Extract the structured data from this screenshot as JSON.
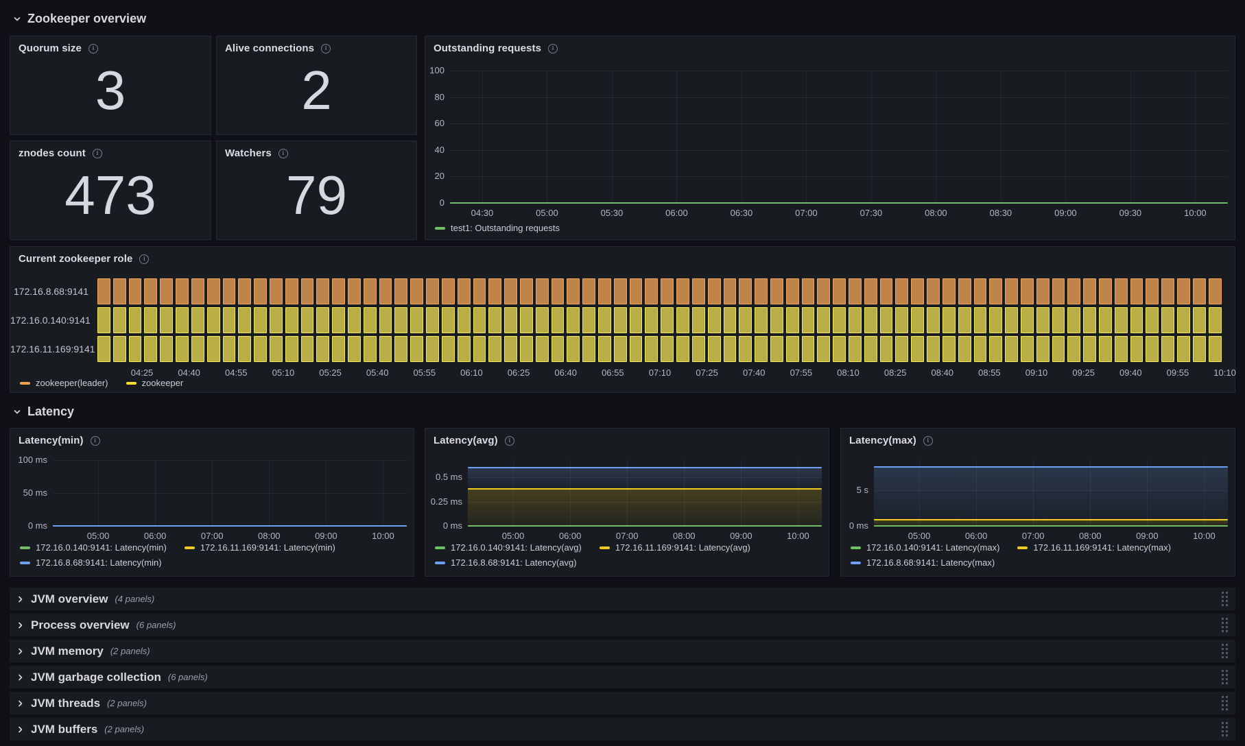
{
  "page": {
    "sections_expanded": [
      {
        "title": "Zookeeper overview"
      },
      {
        "title": "Latency"
      }
    ],
    "sections_collapsed": [
      {
        "title": "JVM overview",
        "count": "(4 panels)"
      },
      {
        "title": "Process overview",
        "count": "(6 panels)"
      },
      {
        "title": "JVM memory",
        "count": "(2 panels)"
      },
      {
        "title": "JVM garbage collection",
        "count": "(6 panels)"
      },
      {
        "title": "JVM threads",
        "count": "(2 panels)"
      },
      {
        "title": "JVM buffers",
        "count": "(2 panels)"
      }
    ]
  },
  "icons": {
    "section_expanded": "chevron-down-icon",
    "section_collapsed": "chevron-right-icon",
    "panel_info": "info-icon",
    "row_drag": "drag-handle-icon"
  },
  "colors": {
    "green": "#73BF69",
    "yellow": "#EFCB1E",
    "blue": "#6D9FF2",
    "orange_border": "#F2A55C",
    "orange_fill": "#BE8449",
    "yellow_border": "#F2E95C",
    "yellow_fill": "#B9AD45",
    "legend_orange": "#EFA24E",
    "legend_yellow": "#F2E131"
  },
  "stat_panels": [
    {
      "title": "Quorum size",
      "value": "3"
    },
    {
      "title": "Alive connections",
      "value": "2"
    },
    {
      "title": "znodes count",
      "value": "473"
    },
    {
      "title": "Watchers",
      "value": "79"
    }
  ],
  "chart_data": [
    {
      "type": "line",
      "title": "Outstanding requests",
      "x_ticks": [
        "04:30",
        "05:00",
        "05:30",
        "06:00",
        "06:30",
        "07:00",
        "07:30",
        "08:00",
        "08:30",
        "09:00",
        "09:30",
        "10:00"
      ],
      "y_ticks": [
        {
          "v": 0,
          "label": "0"
        },
        {
          "v": 20,
          "label": "20"
        },
        {
          "v": 40,
          "label": "40"
        },
        {
          "v": 60,
          "label": "60"
        },
        {
          "v": 80,
          "label": "80"
        },
        {
          "v": 100,
          "label": "100"
        }
      ],
      "ylim": [
        0,
        100
      ],
      "grid": true,
      "legend_position": "bottom",
      "area": false,
      "series": [
        {
          "name": "test1: Outstanding requests",
          "color": "#73BF69",
          "value": 0
        }
      ]
    },
    {
      "type": "state-timeline",
      "title": "Current zookeeper role",
      "rows": [
        {
          "label": "172.16.8.68:9141",
          "state": "zookeeper(leader)"
        },
        {
          "label": "172.16.0.140:9141",
          "state": "zookeeper"
        },
        {
          "label": "172.16.11.169:9141",
          "state": "zookeeper"
        }
      ],
      "states": {
        "zookeeper(leader)": {
          "fill": "#BE8449",
          "border": "#F2A55C"
        },
        "zookeeper": {
          "fill": "#B9AD45",
          "border": "#F2E95C"
        }
      },
      "segments_per_row": 72,
      "x_ticks": [
        "04:25",
        "04:40",
        "04:55",
        "05:10",
        "05:25",
        "05:40",
        "05:55",
        "06:10",
        "06:25",
        "06:40",
        "06:55",
        "07:10",
        "07:25",
        "07:40",
        "07:55",
        "08:10",
        "08:25",
        "08:40",
        "08:55",
        "09:10",
        "09:25",
        "09:40",
        "09:55",
        "10:10"
      ],
      "legend": [
        {
          "label": "zookeeper(leader)",
          "color": "#EFA24E"
        },
        {
          "label": "zookeeper",
          "color": "#F2E131"
        }
      ]
    },
    {
      "type": "line",
      "title": "Latency(min)",
      "x_ticks": [
        "05:00",
        "06:00",
        "07:00",
        "08:00",
        "09:00",
        "10:00"
      ],
      "y_ticks": [
        {
          "v": 0,
          "label": "0 ms"
        },
        {
          "v": 50,
          "label": "50 ms"
        },
        {
          "v": 100,
          "label": "100 ms"
        }
      ],
      "ylim": [
        0,
        100
      ],
      "grid": true,
      "legend_position": "bottom",
      "area": false,
      "series": [
        {
          "name": "172.16.0.140:9141: Latency(min)",
          "color": "#73BF69",
          "value": 0
        },
        {
          "name": "172.16.11.169:9141: Latency(min)",
          "color": "#EFCB1E",
          "value": 0
        },
        {
          "name": "172.16.8.68:9141: Latency(min)",
          "color": "#6D9FF2",
          "value": 0
        }
      ]
    },
    {
      "type": "area",
      "title": "Latency(avg)",
      "x_ticks": [
        "05:00",
        "06:00",
        "07:00",
        "08:00",
        "09:00",
        "10:00"
      ],
      "y_ticks": [
        {
          "v": 0,
          "label": "0 ms"
        },
        {
          "v": 0.25,
          "label": "0.25 ms"
        },
        {
          "v": 0.5,
          "label": "0.5 ms"
        }
      ],
      "ylim": [
        0,
        0.68
      ],
      "unit": "ms",
      "grid": true,
      "legend_position": "bottom",
      "area": true,
      "series": [
        {
          "name": "172.16.0.140:9141: Latency(avg)",
          "color": "#73BF69",
          "value": 0
        },
        {
          "name": "172.16.11.169:9141: Latency(avg)",
          "color": "#EFCB1E",
          "value": 0.38
        },
        {
          "name": "172.16.8.68:9141: Latency(avg)",
          "color": "#6D9FF2",
          "value": 0.6
        }
      ]
    },
    {
      "type": "area",
      "title": "Latency(max)",
      "x_ticks": [
        "05:00",
        "06:00",
        "07:00",
        "08:00",
        "09:00",
        "10:00"
      ],
      "y_ticks": [
        {
          "v": 0,
          "label": "0 ms"
        },
        {
          "v": 5,
          "label": "5 s"
        }
      ],
      "ylim": [
        0,
        9.2
      ],
      "unit": "s",
      "grid": true,
      "legend_position": "bottom",
      "area": true,
      "series": [
        {
          "name": "172.16.0.140:9141: Latency(max)",
          "color": "#73BF69",
          "value": 0
        },
        {
          "name": "172.16.11.169:9141: Latency(max)",
          "color": "#EFCB1E",
          "value": 0.9
        },
        {
          "name": "172.16.8.68:9141: Latency(max)",
          "color": "#6D9FF2",
          "value": 8.2
        }
      ]
    }
  ]
}
